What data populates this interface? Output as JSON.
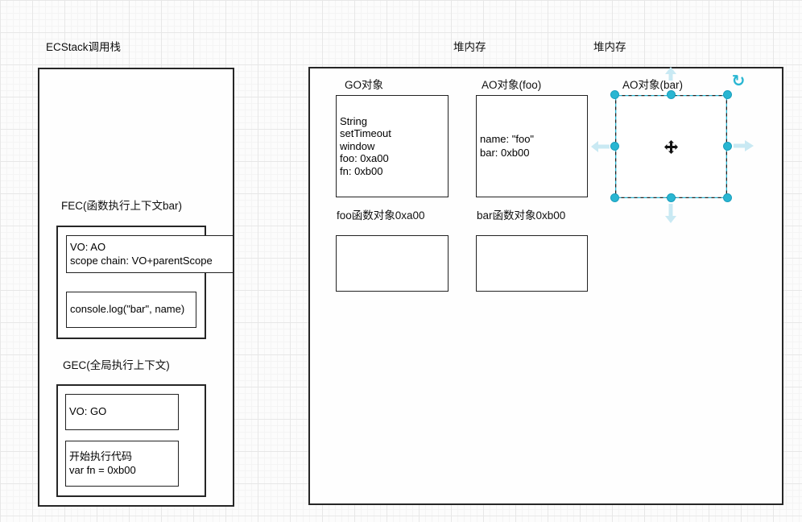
{
  "stack": {
    "title": "ECStack调用栈",
    "fec": {
      "label": "FEC(函数执行上下文bar)",
      "vo_lines": [
        "VO: AO",
        "scope chain: VO+parentScope"
      ],
      "code_lines": [
        "console.log(\"bar\", name)"
      ]
    },
    "gec": {
      "label": "GEC(全局执行上下文)",
      "vo_lines": [
        "VO: GO"
      ],
      "code_lines": [
        "开始执行代码",
        "var fn = 0xb00"
      ]
    }
  },
  "heap": {
    "title_left": "堆内存",
    "title_right": "堆内存",
    "go": {
      "label": "GO对象",
      "lines": [
        "String",
        "setTimeout",
        "window",
        "foo: 0xa00",
        "fn: 0xb00"
      ]
    },
    "ao_foo": {
      "label": "AO对象(foo)",
      "lines": [
        "name: \"foo\"",
        "bar: 0xb00"
      ]
    },
    "ao_bar": {
      "label": "AO对象(bar)"
    },
    "foo_fn": {
      "label": "foo函数对象0xa00"
    },
    "bar_fn": {
      "label": "bar函数对象0xb00"
    }
  },
  "selection": {
    "selected_shape": "AO对象(bar)",
    "rotate_glyph": "↻",
    "handle_color": "#29b6d2",
    "arrow_color": "#c9e9f3",
    "outline_dash_colors": [
      "#222222",
      "#29b6d2"
    ]
  },
  "colors": {
    "shape_stroke": "#262626",
    "canvas_background": "#fcfcfc",
    "grid_minor": "#f4f4f4",
    "grid_major": "#e7e7e7",
    "selection_teal": "#29b6d2"
  }
}
